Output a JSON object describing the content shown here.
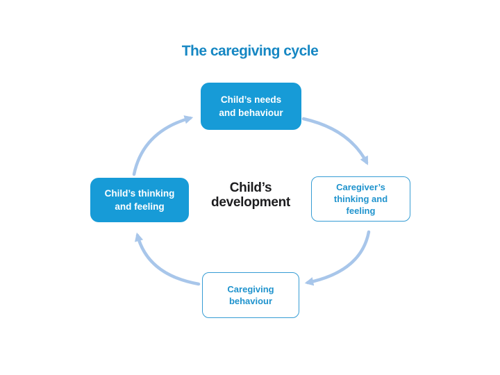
{
  "title": "The caregiving cycle",
  "center": {
    "label": "Child’s\ndevelopment"
  },
  "nodes": {
    "top": {
      "label": "Child’s needs\nand behaviour",
      "style": "filled"
    },
    "right": {
      "label": "Caregiver’s\nthinking and\nfeeling",
      "style": "outline"
    },
    "bottom": {
      "label": "Caregiving\nbehaviour",
      "style": "outline"
    },
    "left": {
      "label": "Child’s thinking\nand feeling",
      "style": "filled"
    }
  },
  "arrows": [
    {
      "name": "arrow-left-to-top",
      "from": "left",
      "to": "top"
    },
    {
      "name": "arrow-top-to-right",
      "from": "top",
      "to": "right"
    },
    {
      "name": "arrow-right-to-bottom",
      "from": "right",
      "to": "bottom"
    },
    {
      "name": "arrow-bottom-to-left",
      "from": "bottom",
      "to": "left"
    }
  ],
  "colors": {
    "background": "#ffffff",
    "title_text": "#1687c3",
    "filled_node_fill": "#179bd7",
    "filled_node_text": "#ffffff",
    "outline_node_border": "#359cd4",
    "outline_node_text": "#1f93cd",
    "arrow": "#a8c6ea",
    "center_text": "#1c1c1e"
  }
}
